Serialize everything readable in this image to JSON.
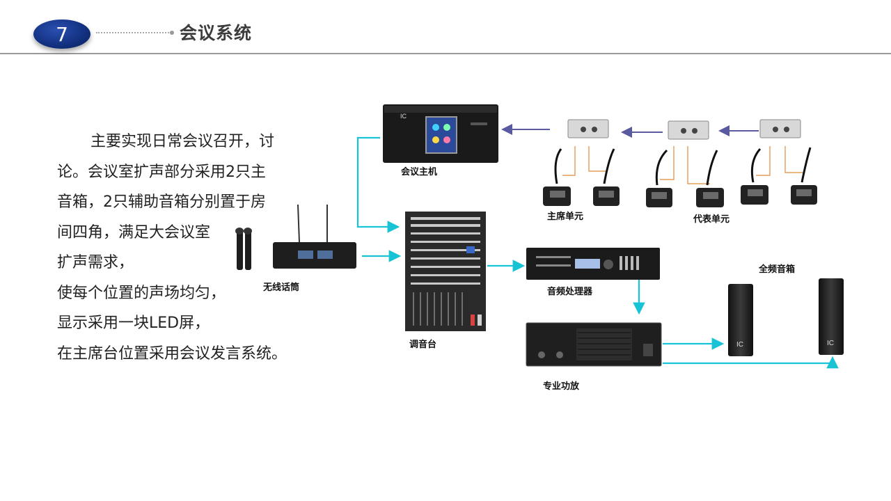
{
  "header": {
    "page_number": "7",
    "title": "会议系统"
  },
  "body": {
    "lines": [
      "主要实现日常会议召开，讨",
      "论。会议室扩声部分采用2只主",
      "音箱，2只辅助音箱分别置于房",
      "间四角，满足大会议室",
      "扩声需求，",
      "使每个位置的声场均匀，",
      "显示采用一块LED屏，",
      "在主席台位置采用会议发言系统。"
    ]
  },
  "diagram": {
    "labels": {
      "conference_host": "会议主机",
      "chairman_unit": "主席单元",
      "delegate_unit": "代表单元",
      "wireless_mic": "无线话筒",
      "mixer": "调音台",
      "audio_processor": "音频处理器",
      "full_range_speaker": "全频音箱",
      "power_amp": "专业功放"
    },
    "colors": {
      "connector_cyan": "#19c3d6",
      "arrow_purple": "#5a5aa0",
      "wire_orange": "#e08a3a",
      "equipment_dark": "#1e1e1e"
    }
  }
}
